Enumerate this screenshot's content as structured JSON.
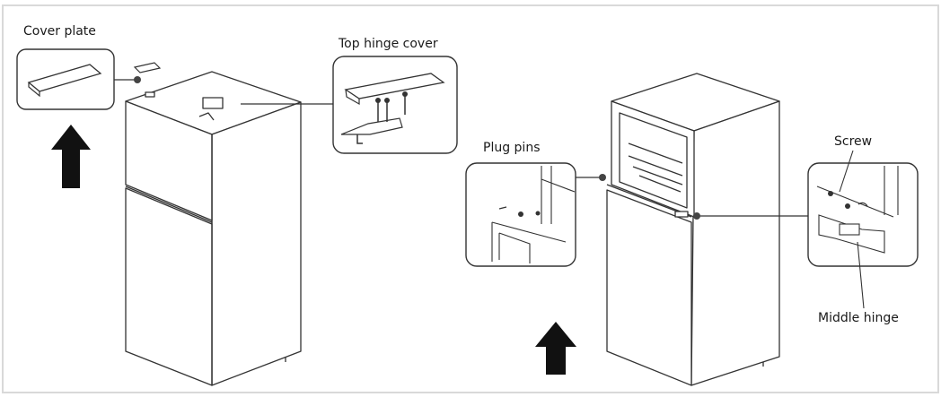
{
  "labels": {
    "cover_plate": "Cover plate",
    "top_hinge_cover": "Top hinge cover",
    "plug_pins": "Plug pins",
    "screw": "Screw",
    "middle_hinge": "Middle hinge"
  },
  "colors": {
    "line": "#333333",
    "arrow": "#111111",
    "border": "#d9d9d9",
    "callout_dot": "#444444"
  }
}
